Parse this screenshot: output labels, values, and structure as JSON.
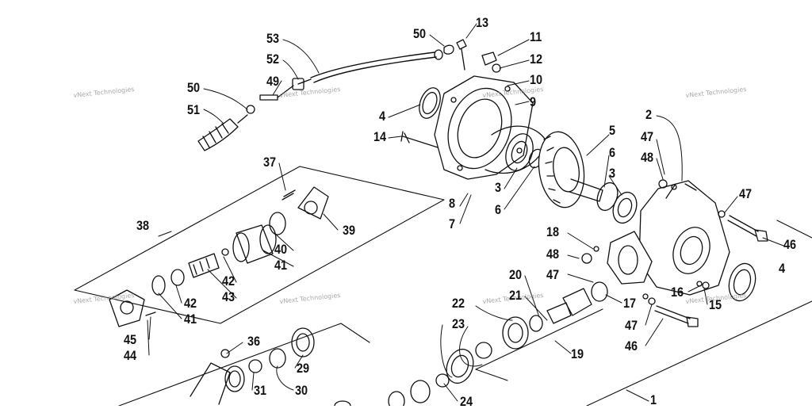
{
  "watermark_text": "vNext Technologies",
  "part_labels": [
    "53",
    "52",
    "49",
    "50",
    "51",
    "50",
    "13",
    "11",
    "12",
    "10",
    "9",
    "4",
    "14",
    "5",
    "6",
    "3",
    "3",
    "6",
    "8",
    "7",
    "2",
    "47",
    "48",
    "47",
    "46",
    "37",
    "39",
    "38",
    "40",
    "41",
    "42",
    "43",
    "42",
    "41",
    "45",
    "44",
    "18",
    "48",
    "47",
    "20",
    "21",
    "22",
    "23",
    "17",
    "16",
    "15",
    "47",
    "46",
    "19",
    "4",
    "36",
    "29",
    "31",
    "30",
    "24",
    "1"
  ]
}
